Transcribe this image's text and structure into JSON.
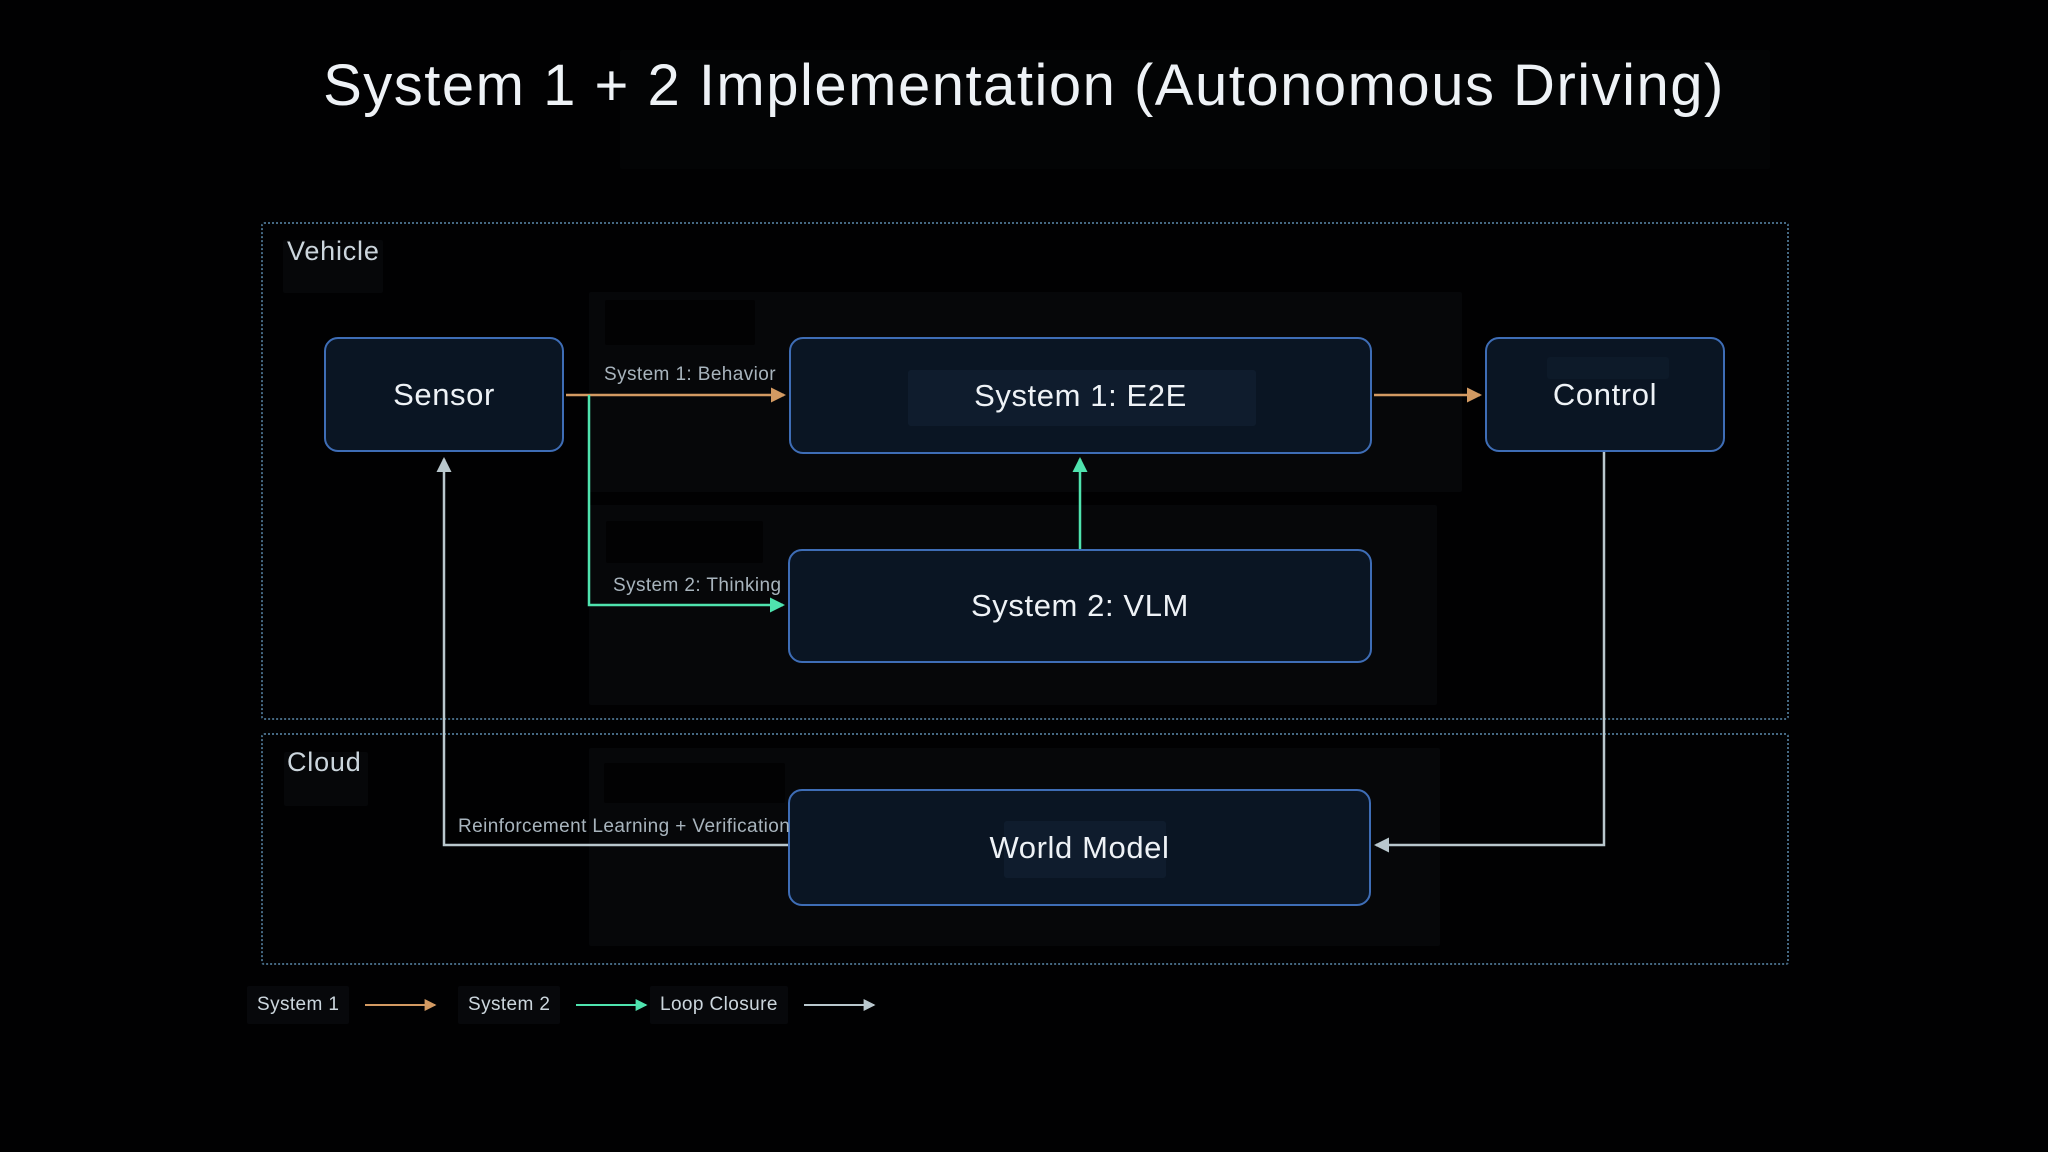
{
  "title": "System 1 + 2 Implementation (Autonomous Driving)",
  "containers": {
    "vehicle": {
      "label": "Vehicle"
    },
    "cloud": {
      "label": "Cloud"
    }
  },
  "nodes": {
    "sensor": {
      "label": "Sensor"
    },
    "system1_e2e": {
      "label": "System 1: E2E"
    },
    "control": {
      "label": "Control"
    },
    "system2_vlm": {
      "label": "System 2: VLM"
    },
    "world_model": {
      "label": "World Model"
    }
  },
  "edge_labels": {
    "system1_behavior": "System 1: Behavior",
    "system2_thinking": "System 2: Thinking",
    "rl_verification": "Reinforcement Learning + Verification"
  },
  "legend": {
    "system1": {
      "label": "System 1"
    },
    "system2": {
      "label": "System 2"
    },
    "loop_closure": {
      "label": "Loop Closure"
    }
  },
  "colors": {
    "system1": "#d39a62",
    "system2": "#4fe3ae",
    "loop": "#b9c7cd",
    "node-border": "#3e6db6",
    "node-fill": "#0a1523",
    "node-text": "#eef2f6",
    "muted-text": "#a8b4bd",
    "section-text": "#ccd6dd",
    "dot": "#456882"
  }
}
